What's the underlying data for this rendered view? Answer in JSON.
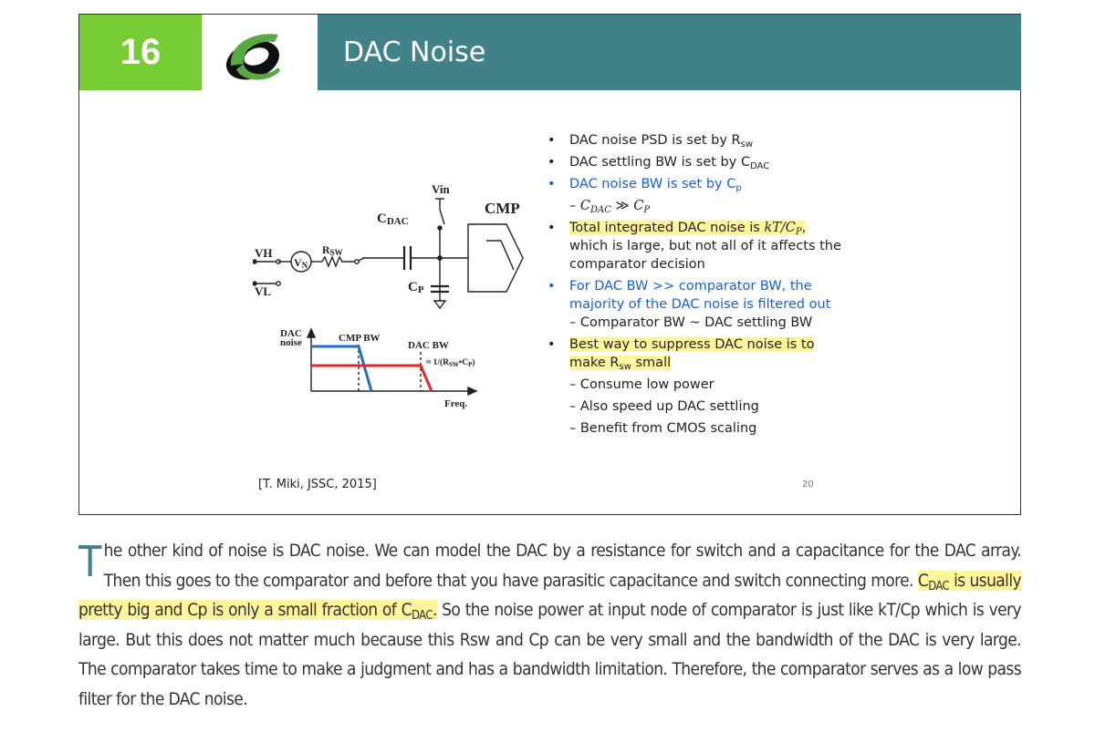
{
  "header": {
    "number": "16",
    "title": "DAC Noise",
    "colors": {
      "number_bg": "#77cc33",
      "title_bg": "#41828a"
    }
  },
  "circuit": {
    "labels": {
      "vin": "Vin",
      "cmp": "CMP",
      "cdac": "C",
      "cdac_sub": "DAC",
      "vh": "VH",
      "vl": "VL",
      "rsw": "R",
      "rsw_sub": "SW",
      "vn": "V",
      "vn_sub": "N",
      "cp": "C",
      "cp_sub": "P"
    },
    "plot": {
      "ylabel_line1": "DAC",
      "ylabel_line2": "noise",
      "cmp_bw": "CMP BW",
      "dac_bw": "DAC BW",
      "formula": "≈ 1/(R",
      "formula_sub": "SW",
      "formula_mid": "•C",
      "formula_sub2": "P",
      "formula_end": ")",
      "xlabel": "Freq.",
      "colors": {
        "cmp_line": "#1f6fc6",
        "dac_line": "#e0282b"
      }
    }
  },
  "bullets": {
    "b1": "DAC noise PSD is set by R",
    "b1_sub": "sw",
    "b2": "DAC settling BW is set by C",
    "b2_sub": "DAC",
    "b3": "DAC noise BW is set by C",
    "b3_sub": "p",
    "b3_sub1_a": "C",
    "b3_sub1_a_sub": "DAC",
    "b3_sub1_op": " ≫ ",
    "b3_sub1_b": "C",
    "b3_sub1_b_sub": "P",
    "b4_a": "Total integrated DAC noise is ",
    "b4_math": "kT/C",
    "b4_math_sub": "P",
    "b4_comma": ",",
    "b4_b": "which is large, but not all of it affects the comparator decision",
    "b5": "For DAC BW >> comparator BW, the majority of the DAC noise is filtered out",
    "b5_sub1": "Comparator BW ~ DAC settling BW",
    "b6_a": "Best way to suppress DAC noise is to",
    "b6_b": "make R",
    "b6_sub": "sw",
    "b6_c": " small",
    "b6_sub1": "Consume low power",
    "b6_sub2": "Also speed up DAC settling",
    "b6_sub3": "Benefit from CMOS scaling"
  },
  "citation": "[T. Miki, JSSC, 2015]",
  "slide_number": "20",
  "paragraph": {
    "dropcap": "T",
    "p1": "he other kind of noise is DAC noise. We can model the DAC by a resistance for switch and a capacitance for the DAC array. Then this goes to the comparator and before that you have parasitic capacitance and switch connecting more. ",
    "hl_c": "C",
    "hl_sub1": "DAC",
    "hl_mid": " is usually pretty big and Cp is only a small fraction of C",
    "hl_sub2": "DAC",
    "hl_end": ".",
    "p2": " So the noise power at input node of comparator is just like kT/Cp which is very large. But this does not matter much because this Rsw and Cp can be very small and the bandwidth of the DAC is very large. The comparator takes time to make a judgment and has a bandwidth limitation. Therefore, the comparator serves as a low pass filter for the DAC noise."
  }
}
